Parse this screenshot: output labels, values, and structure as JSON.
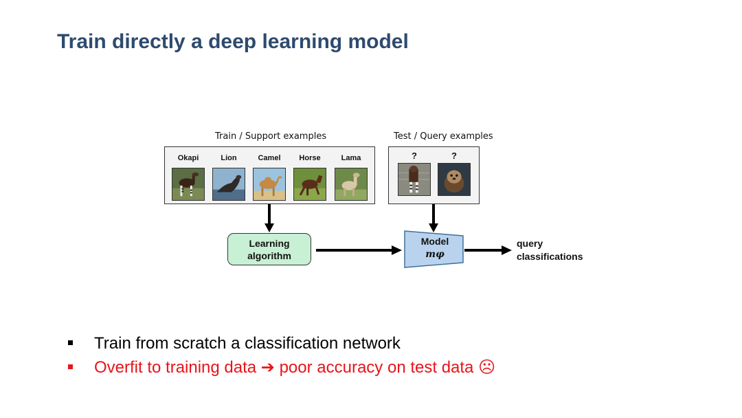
{
  "slide": {
    "title": "Train directly a deep learning model"
  },
  "diagram": {
    "support_caption": "Train / Support examples",
    "query_caption": "Test / Query examples",
    "support_examples": [
      {
        "label": "Okapi",
        "icon": "okapi-photo"
      },
      {
        "label": "Lion",
        "icon": "sea-lion-photo"
      },
      {
        "label": "Camel",
        "icon": "camel-photo"
      },
      {
        "label": "Horse",
        "icon": "horse-photo"
      },
      {
        "label": "Lama",
        "icon": "llama-photo"
      }
    ],
    "query_examples": [
      {
        "label": "?",
        "icon": "okapi-photo"
      },
      {
        "label": "?",
        "icon": "sea-otter-photo"
      }
    ],
    "learning_box": {
      "line1": "Learning",
      "line2": "algorithm",
      "fill_color": "#c8f0d4"
    },
    "model_box": {
      "label": "Model",
      "symbol": "mφ",
      "fill_color": "#b9d3ee"
    },
    "output": {
      "line1": "query",
      "line2": "classifications"
    }
  },
  "bullets": [
    {
      "text": "Train from scratch a classification network",
      "color": "#000000"
    },
    {
      "text": "Overfit to training data ➔ poor accuracy on test data ☹",
      "color": "#e8141b"
    }
  ],
  "colors": {
    "title": "#2e4a6e",
    "bullet_highlight": "#e8141b"
  }
}
